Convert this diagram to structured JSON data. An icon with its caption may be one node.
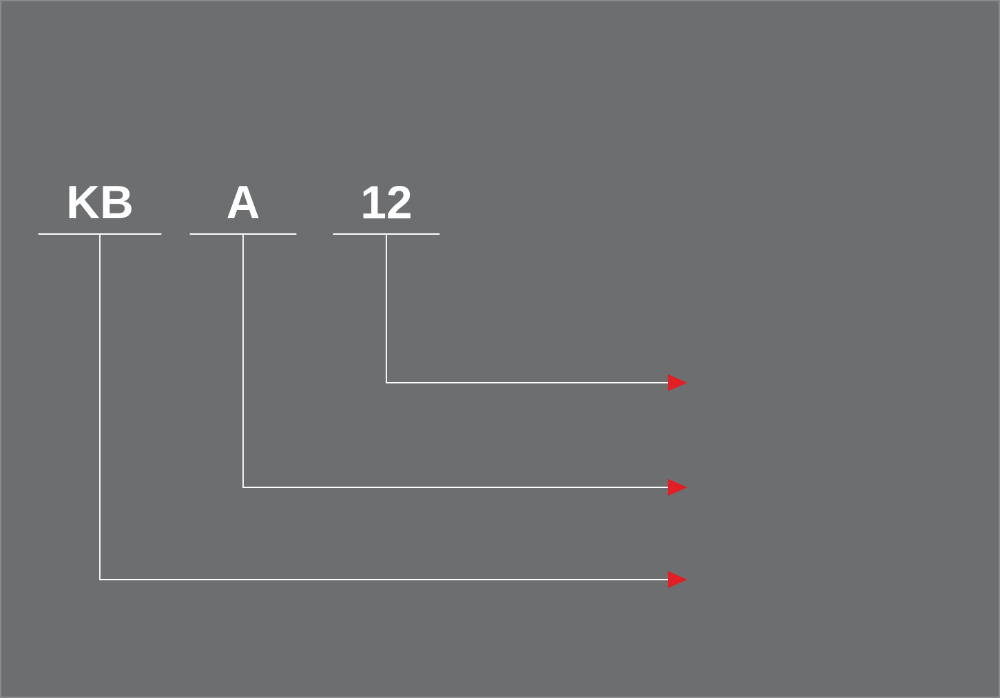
{
  "diagram": {
    "nodes": [
      {
        "text": [
          "KB"
        ]
      },
      {
        "text": [
          "A"
        ]
      },
      {
        "text": [
          "12"
        ]
      }
    ],
    "edges": [
      {
        "from": 2,
        "to": null,
        "arrow": "to"
      },
      {
        "from": 1,
        "to": null,
        "arrow": "to"
      },
      {
        "from": 0,
        "to": null,
        "arrow": "to"
      }
    ]
  }
}
